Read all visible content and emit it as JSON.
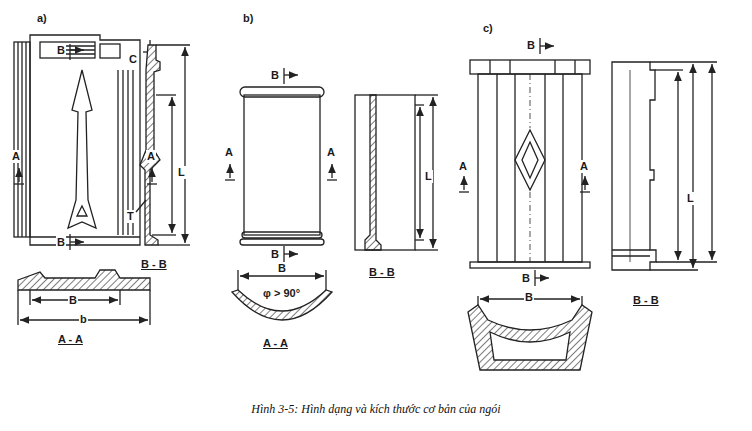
{
  "diagram": {
    "caption": "Hình 3-5: Hình dạng và kích thước cơ bản của ngói",
    "labels": [
      "a)",
      "B",
      "C",
      "A",
      "A",
      "T",
      "L",
      "B",
      "B - B",
      "B",
      "b",
      "A - A",
      "b)",
      "B",
      "A",
      "A",
      "L",
      "B - B",
      "B",
      "B",
      "φ > 90°",
      "A - A",
      "c)",
      "B",
      "A",
      "A",
      "L",
      "B",
      "B - B",
      "B"
    ]
  }
}
